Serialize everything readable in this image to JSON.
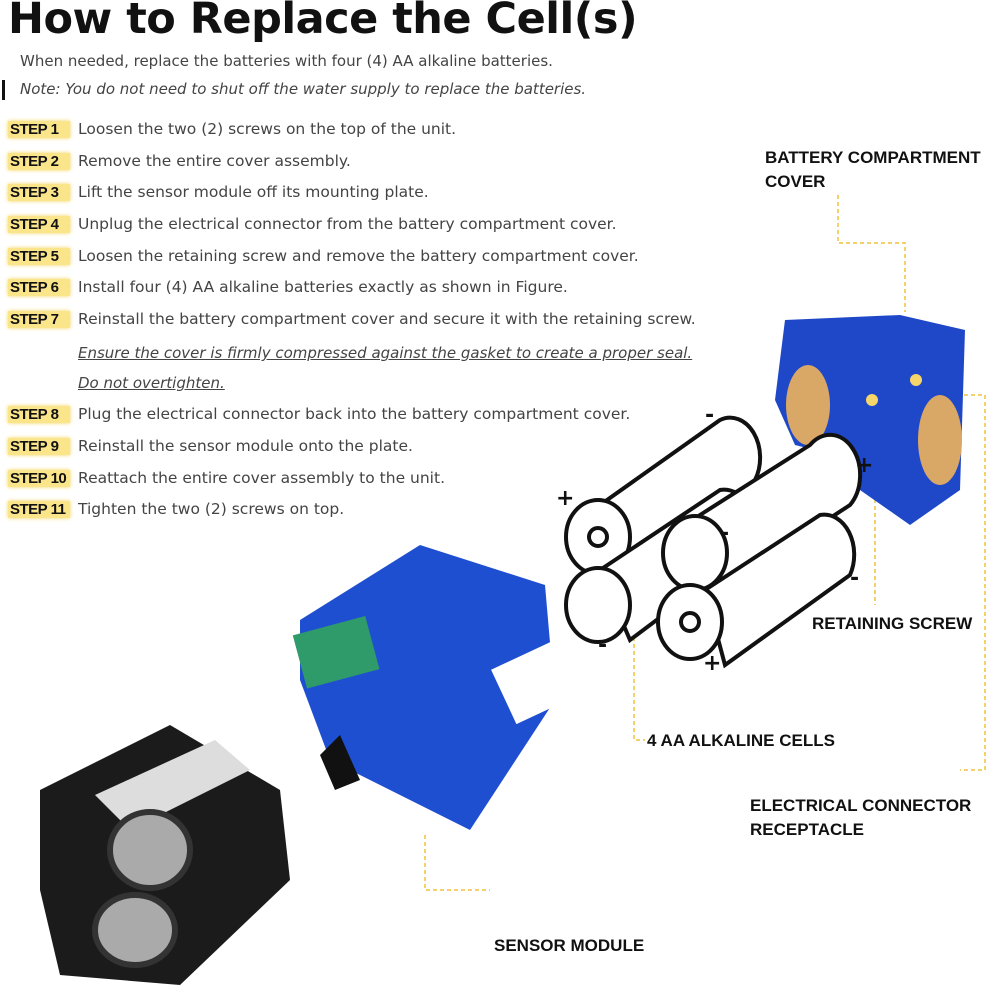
{
  "title": "How to Replace the Cell(s)",
  "intro": "When needed, replace the batteries with four (4) AA alkaline batteries.",
  "note": "Note: You do not need to shut off the water supply to replace the batteries.",
  "steps": [
    {
      "label": "STEP 1",
      "text": "Loosen the two (2) screws on the top of the unit."
    },
    {
      "label": "STEP 2",
      "text": "Remove the entire cover assembly."
    },
    {
      "label": "STEP 3",
      "text": "Lift the sensor module off its mounting plate."
    },
    {
      "label": "STEP 4",
      "text": "Unplug the electrical connector from the battery compartment cover."
    },
    {
      "label": "STEP 5",
      "text": "Loosen the retaining screw and remove the battery compartment cover."
    },
    {
      "label": "STEP 6",
      "text": "Install four (4) AA alkaline batteries exactly as shown in Figure."
    },
    {
      "label": "STEP 7",
      "text": "Reinstall the battery compartment cover and secure it with the retaining screw."
    },
    {
      "label": "STEP 8",
      "text": "Plug the electrical connector back into the battery compartment cover."
    },
    {
      "label": "STEP 9",
      "text": "Reinstall the sensor module onto the plate."
    },
    {
      "label": "STEP 10",
      "text": "Reattach the entire cover assembly to the unit."
    },
    {
      "label": "STEP 11",
      "text": "Tighten the two (2) screws on top."
    }
  ],
  "step7_notes": [
    "Ensure the cover is firmly compressed against the gasket to create a proper seal.",
    "Do not overtighten."
  ],
  "callouts": {
    "battery_cover": [
      "BATTERY COMPARTMENT",
      "COVER"
    ],
    "retaining_screw": "RETAINING SCREW",
    "cells": "4 AA ALKALINE CELLS",
    "connector": [
      "ELECTRICAL CONNECTOR",
      "RECEPTACLE"
    ],
    "sensor": "SENSOR MODULE"
  },
  "colors": {
    "badge": "#fbe58a",
    "housing": "#1f4fd1",
    "callout_line": "#f0c23a"
  }
}
